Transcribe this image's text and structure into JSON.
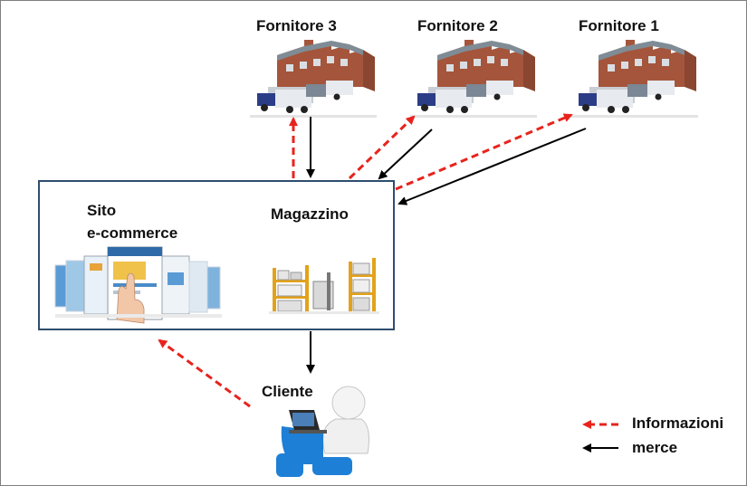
{
  "suppliers": [
    {
      "label": "Fornitore 3"
    },
    {
      "label": "Fornitore 2"
    },
    {
      "label": "Fornitore 1"
    }
  ],
  "system": {
    "ecommerce_line1": "Sito",
    "ecommerce_line2": "e-commerce",
    "warehouse": "Magazzino"
  },
  "customer": {
    "label": "Cliente"
  },
  "legend": {
    "information": "Informazioni",
    "goods": "merce"
  },
  "colors": {
    "information_arrow": "#e8231d",
    "goods_arrow": "#000000",
    "box_border": "#2f4d6e",
    "customer_figure": "#1e7fd6"
  },
  "icons": {
    "supplier": "factory-with-trucks-icon",
    "ecommerce": "website-screens-with-hand-icon",
    "warehouse": "warehouse-shelves-icon",
    "customer": "person-at-laptop-icon"
  }
}
